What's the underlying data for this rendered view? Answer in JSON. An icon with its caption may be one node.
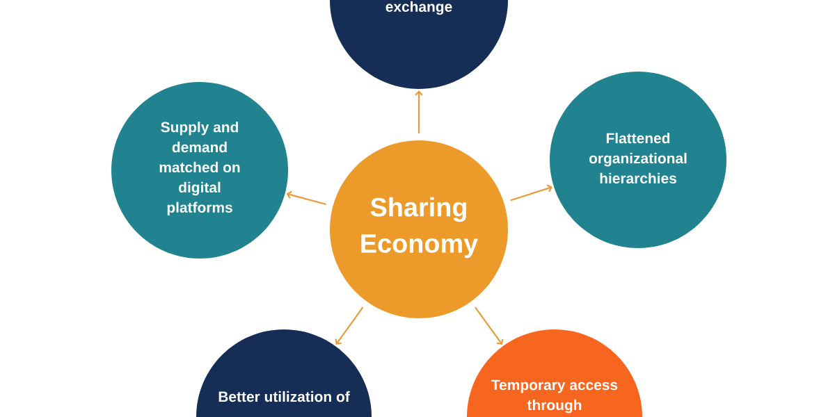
{
  "diagram": {
    "nodes": [
      {
        "text": [
          "exchange"
        ]
      },
      {
        "text": [
          "Supply and demand matched on digital platforms"
        ]
      },
      {
        "text": [
          "Sharing Economy"
        ]
      },
      {
        "text": [
          "Flattened organizational hierarchies"
        ]
      },
      {
        "text": [
          "Better utilization of"
        ]
      },
      {
        "text": [
          "Temporary access through"
        ]
      }
    ],
    "edges": [
      {
        "from": 2,
        "to": 0,
        "arrow": "to"
      },
      {
        "from": 2,
        "to": 1,
        "arrow": "to"
      },
      {
        "from": 2,
        "to": 3,
        "arrow": "to"
      },
      {
        "from": 2,
        "to": 4,
        "arrow": "to"
      },
      {
        "from": 2,
        "to": 5,
        "arrow": "to"
      }
    ]
  }
}
